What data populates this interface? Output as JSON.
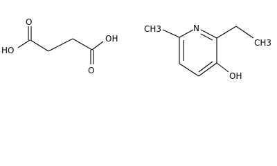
{
  "molecules": [
    {
      "id": "succinic-acid",
      "labels": {
        "left_oxygen_top": "O",
        "left_hydroxyl": "HO",
        "right_oxygen_bottom": "O",
        "right_hydroxyl": "OH"
      }
    },
    {
      "id": "2-ethyl-6-methylpyridin-3-ol",
      "labels": {
        "methyl": "CH3",
        "nitrogen": "N",
        "ethyl_methyl": "CH3",
        "hydroxyl": "OH"
      }
    }
  ]
}
